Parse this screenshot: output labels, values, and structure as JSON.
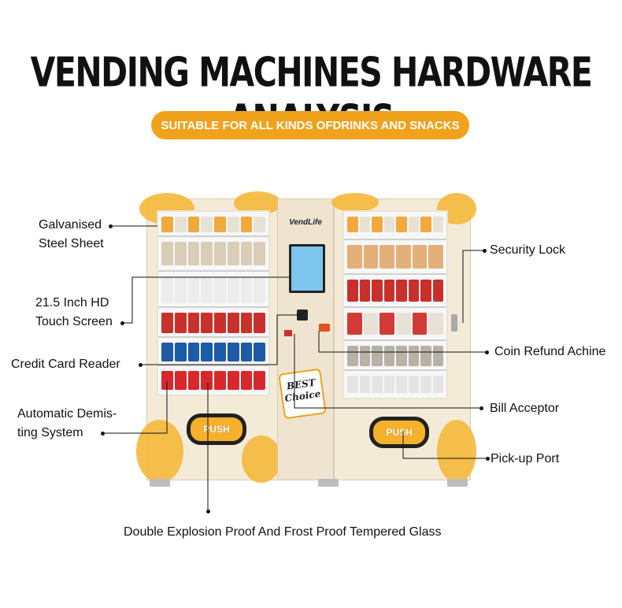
{
  "title": "VENDING MACHINES HARDWARE ANALYSIS",
  "subtitle": "SUITABLE FOR ALL KINDS OFDRINKS AND SNACKS",
  "machine": {
    "brand": "VendLife",
    "push_label": "PUSH",
    "badge_line1": "BEST",
    "badge_line2": "Choice"
  },
  "labels": {
    "galvanised_1": "Galvanised",
    "galvanised_2": "Steel Sheet",
    "touch_1": "21.5 Inch HD",
    "touch_2": "Touch Screen",
    "credit": "Credit Card Reader",
    "demist_1": "Automatic Demis-",
    "demist_2": "ting System",
    "lock": "Security Lock",
    "coin": "Coin Refund Achine",
    "bill": "Bill Acceptor",
    "pickup": "Pick-up Port",
    "glass": "Double Explosion Proof And Frost Proof Tempered Glass"
  },
  "colors": {
    "accent": "#f0a21c",
    "text": "#111111",
    "cabinet": "#f4ead8"
  }
}
